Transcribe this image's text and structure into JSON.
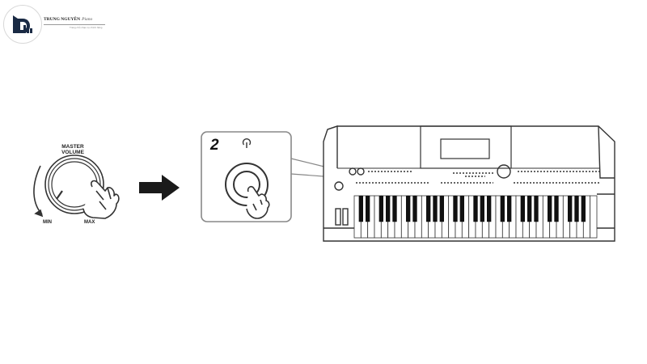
{
  "logo": {
    "name": "TRUNG NGUYÊN",
    "script": "Piano",
    "tagline": "Trang chủ nhạc cụ chính hãng"
  },
  "volume_knob": {
    "label_line1": "MASTER",
    "label_line2": "VOLUME",
    "min_label": "MIN",
    "max_label": "MAX"
  },
  "step": {
    "number": "2",
    "icon": "power-icon"
  },
  "colors": {
    "line": "#333333",
    "arrow": "#1a1a1a",
    "callout_border": "#888888",
    "keys_black": "#111111"
  }
}
